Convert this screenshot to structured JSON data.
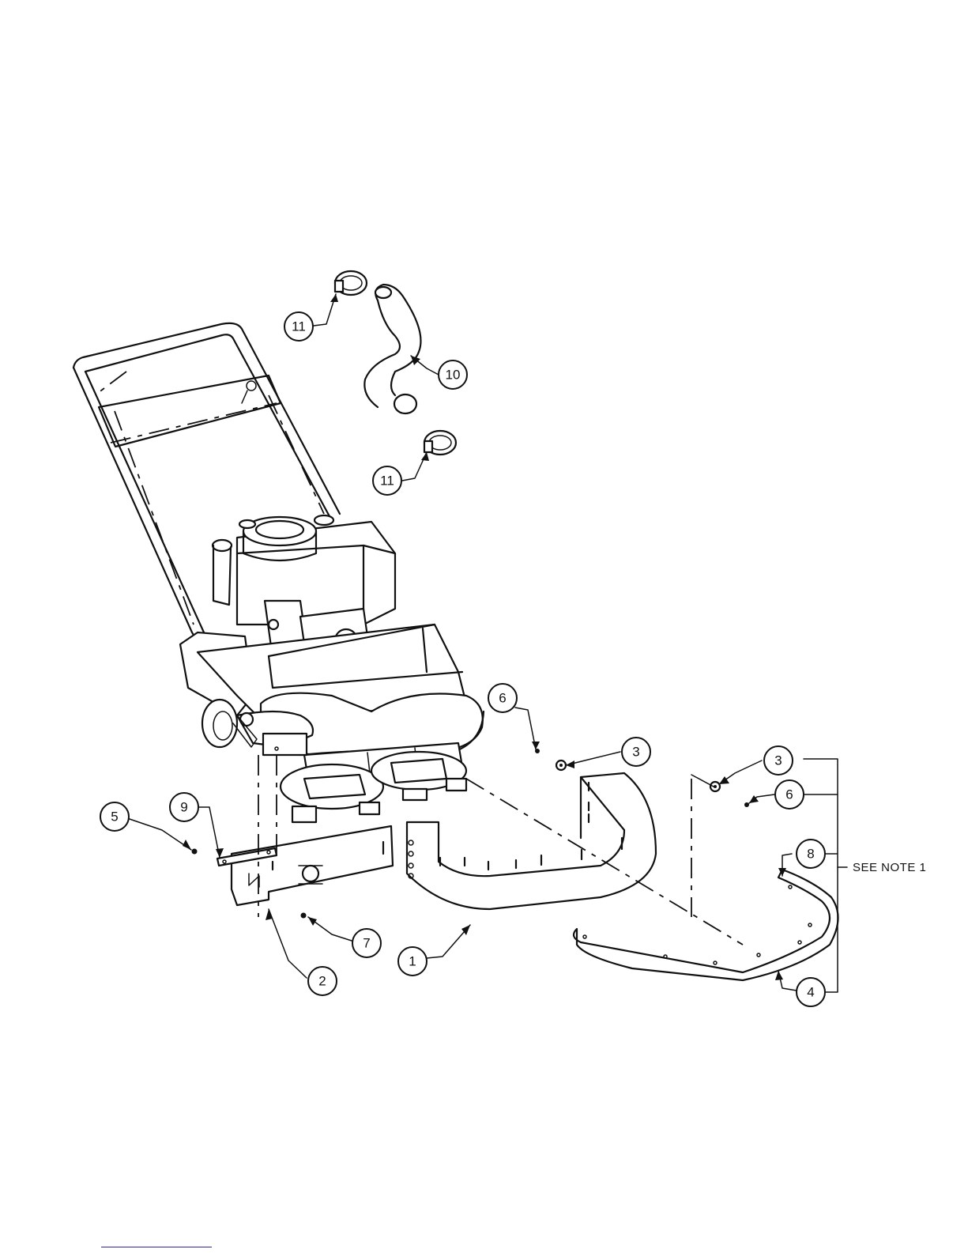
{
  "callouts": [
    {
      "id": "c11a",
      "label": "11"
    },
    {
      "id": "c10",
      "label": "10"
    },
    {
      "id": "c11b",
      "label": "11"
    },
    {
      "id": "c6a",
      "label": "6"
    },
    {
      "id": "c3a",
      "label": "3"
    },
    {
      "id": "c3b",
      "label": "3"
    },
    {
      "id": "c6b",
      "label": "6"
    },
    {
      "id": "c5",
      "label": "5"
    },
    {
      "id": "c9",
      "label": "9"
    },
    {
      "id": "c8",
      "label": "8"
    },
    {
      "id": "c7",
      "label": "7"
    },
    {
      "id": "c1",
      "label": "1"
    },
    {
      "id": "c2",
      "label": "2"
    },
    {
      "id": "c4",
      "label": "4"
    }
  ],
  "note": "SEE NOTE 1"
}
